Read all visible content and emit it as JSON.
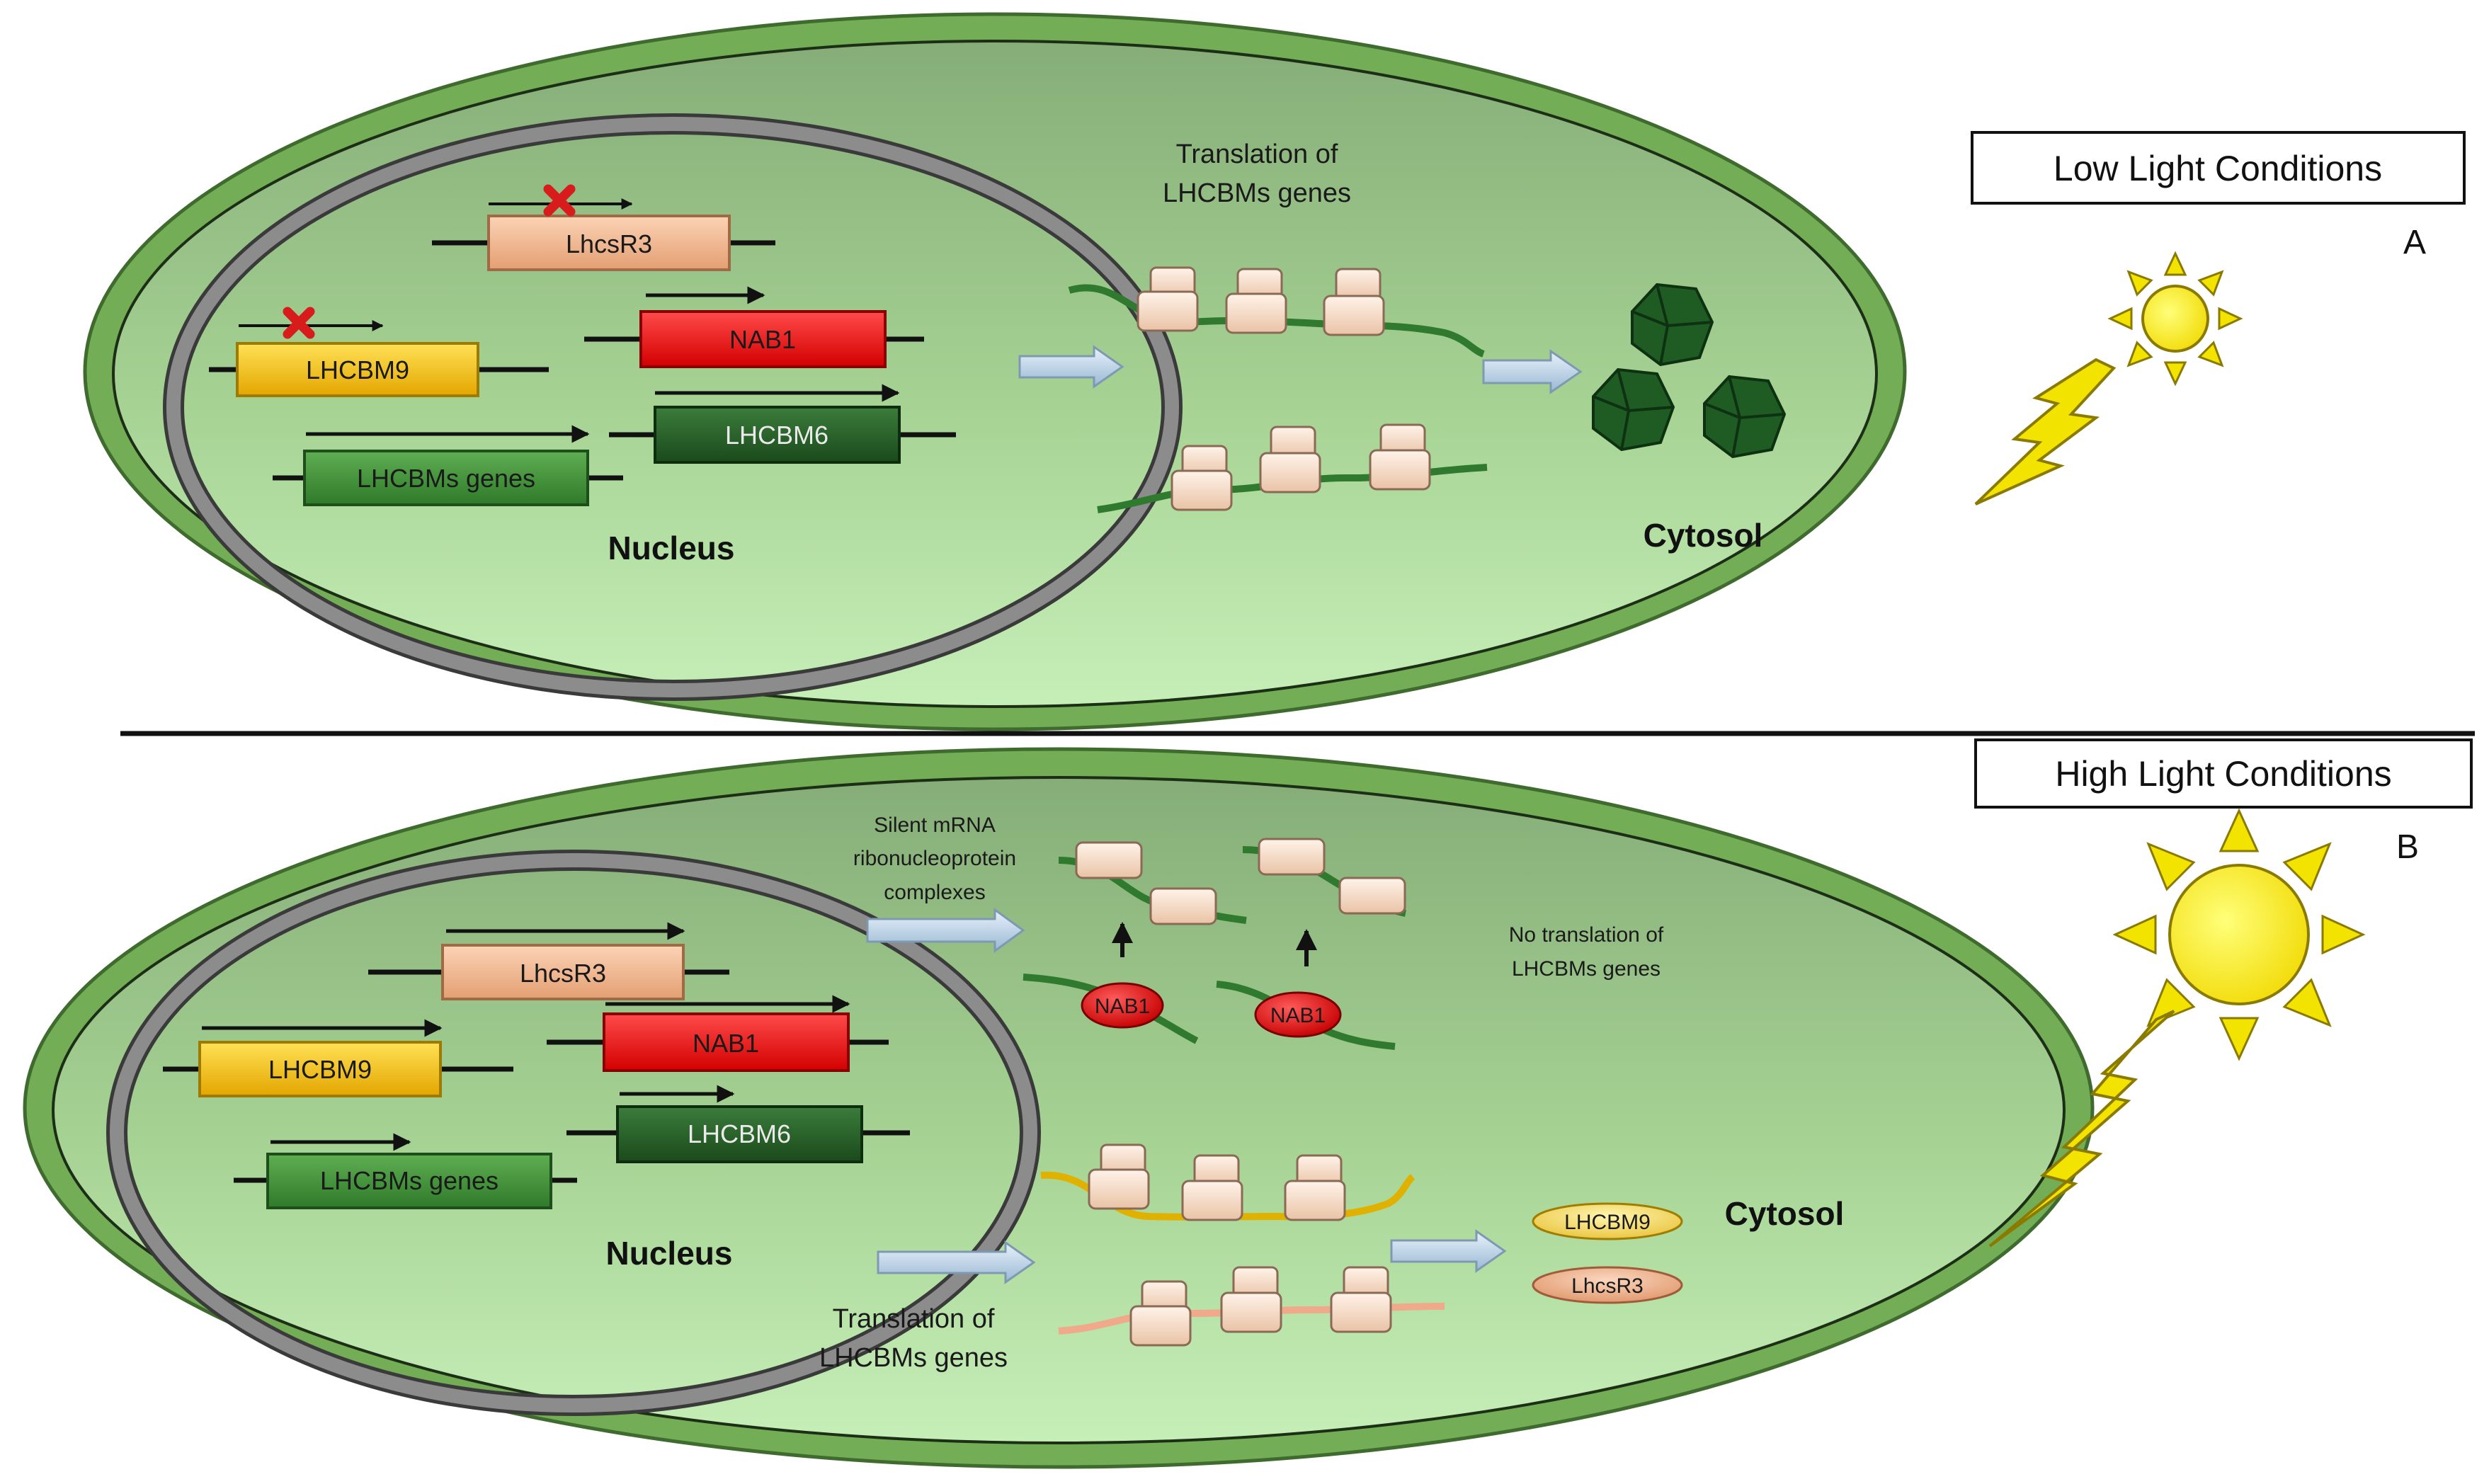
{
  "panel_a": {
    "letter": "A",
    "condition": "Low Light Conditions",
    "nucleus": "Nucleus",
    "cytosol": "Cytosol",
    "translation_line1": "Translation of",
    "translation_line2": "LHCBMs genes",
    "genes": {
      "lhcsr3": "LhcsR3",
      "lhcbm9": "LHCBM9",
      "nab1": "NAB1",
      "lhcbm6": "LHCBM6",
      "lhcbms": "LHCBMs genes"
    }
  },
  "panel_b": {
    "letter": "B",
    "condition": "High Light Conditions",
    "nucleus": "Nucleus",
    "cytosol": "Cytosol",
    "silent_line1": "Silent mRNA",
    "silent_line2": "ribonucleoprotein",
    "silent_line3": "complexes",
    "no_translation_line1": "No translation of",
    "no_translation_line2": "LHCBMs genes",
    "translation_line1": "Translation of",
    "translation_line2": "LHCBMs genes",
    "nab1_protein": "NAB1",
    "product_lhcbm9": "LHCBM9",
    "product_lhcsr3": "LhcsR3",
    "genes": {
      "lhcsr3": "LhcsR3",
      "lhcbm9": "LHCBM9",
      "nab1": "NAB1",
      "lhcbm6": "LHCBM6",
      "lhcbms": "LHCBMs genes"
    }
  },
  "colors": {
    "cell_outer": "#77b05b",
    "cytoplasm": "#a8d89a",
    "nucleus_ring": "#6f6f6f",
    "lhcsr3": "#f4b98f",
    "lhcbm9": "#f5c400",
    "nab1": "#ee1c1c",
    "lhcbm6": "#245e27",
    "lhcbms": "#3d8b37",
    "sun": "#ffee00",
    "ribosome": "#f6dcc7",
    "mrna": "#2f7a2f"
  }
}
